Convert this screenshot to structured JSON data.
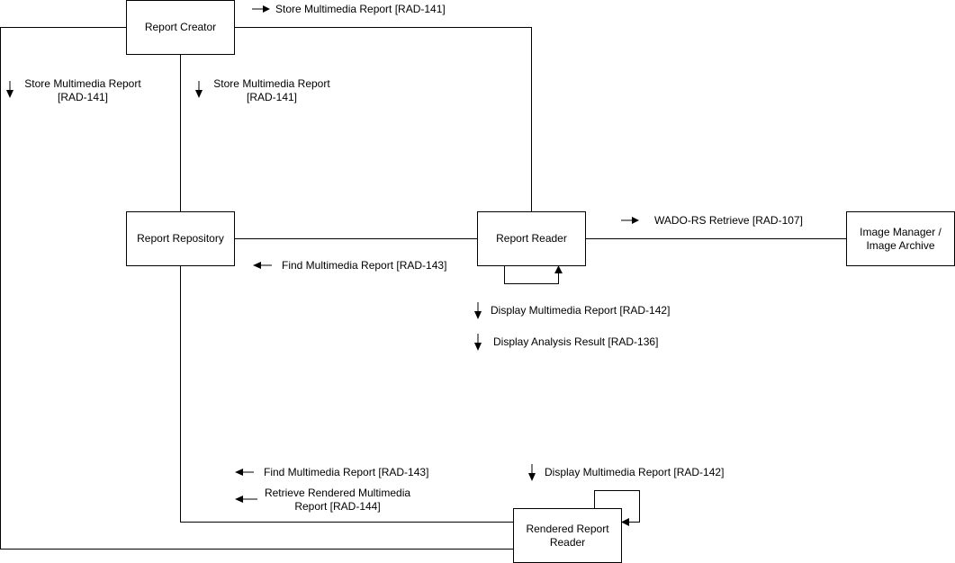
{
  "actors": {
    "report_creator": "Report Creator",
    "report_repository": "Report Repository",
    "report_reader": "Report Reader",
    "image_manager": "Image Manager /\nImage Archive",
    "rendered_report_reader": "Rendered Report\nReader"
  },
  "transactions": {
    "store_top": "Store Multimedia Report [RAD-141]",
    "store_left": "Store Multimedia Report\n[RAD-141]",
    "store_mid": "Store Multimedia Report\n[RAD-141]",
    "wado": "WADO-RS Retrieve [RAD-107]",
    "find_reader": "Find Multimedia Report [RAD-143]",
    "display_reader": "Display Multimedia Report [RAD-142]",
    "display_analysis": "Display Analysis Result [RAD-136]",
    "find_rendered": "Find Multimedia Report [RAD-143]",
    "retrieve_rendered": "Retrieve Rendered Multimedia\nReport [RAD-144]",
    "display_rendered": "Display Multimedia Report [RAD-142]"
  },
  "icons": {
    "direction": [
      "arrow-right-icon",
      "arrow-down-icon",
      "arrow-left-icon"
    ]
  }
}
